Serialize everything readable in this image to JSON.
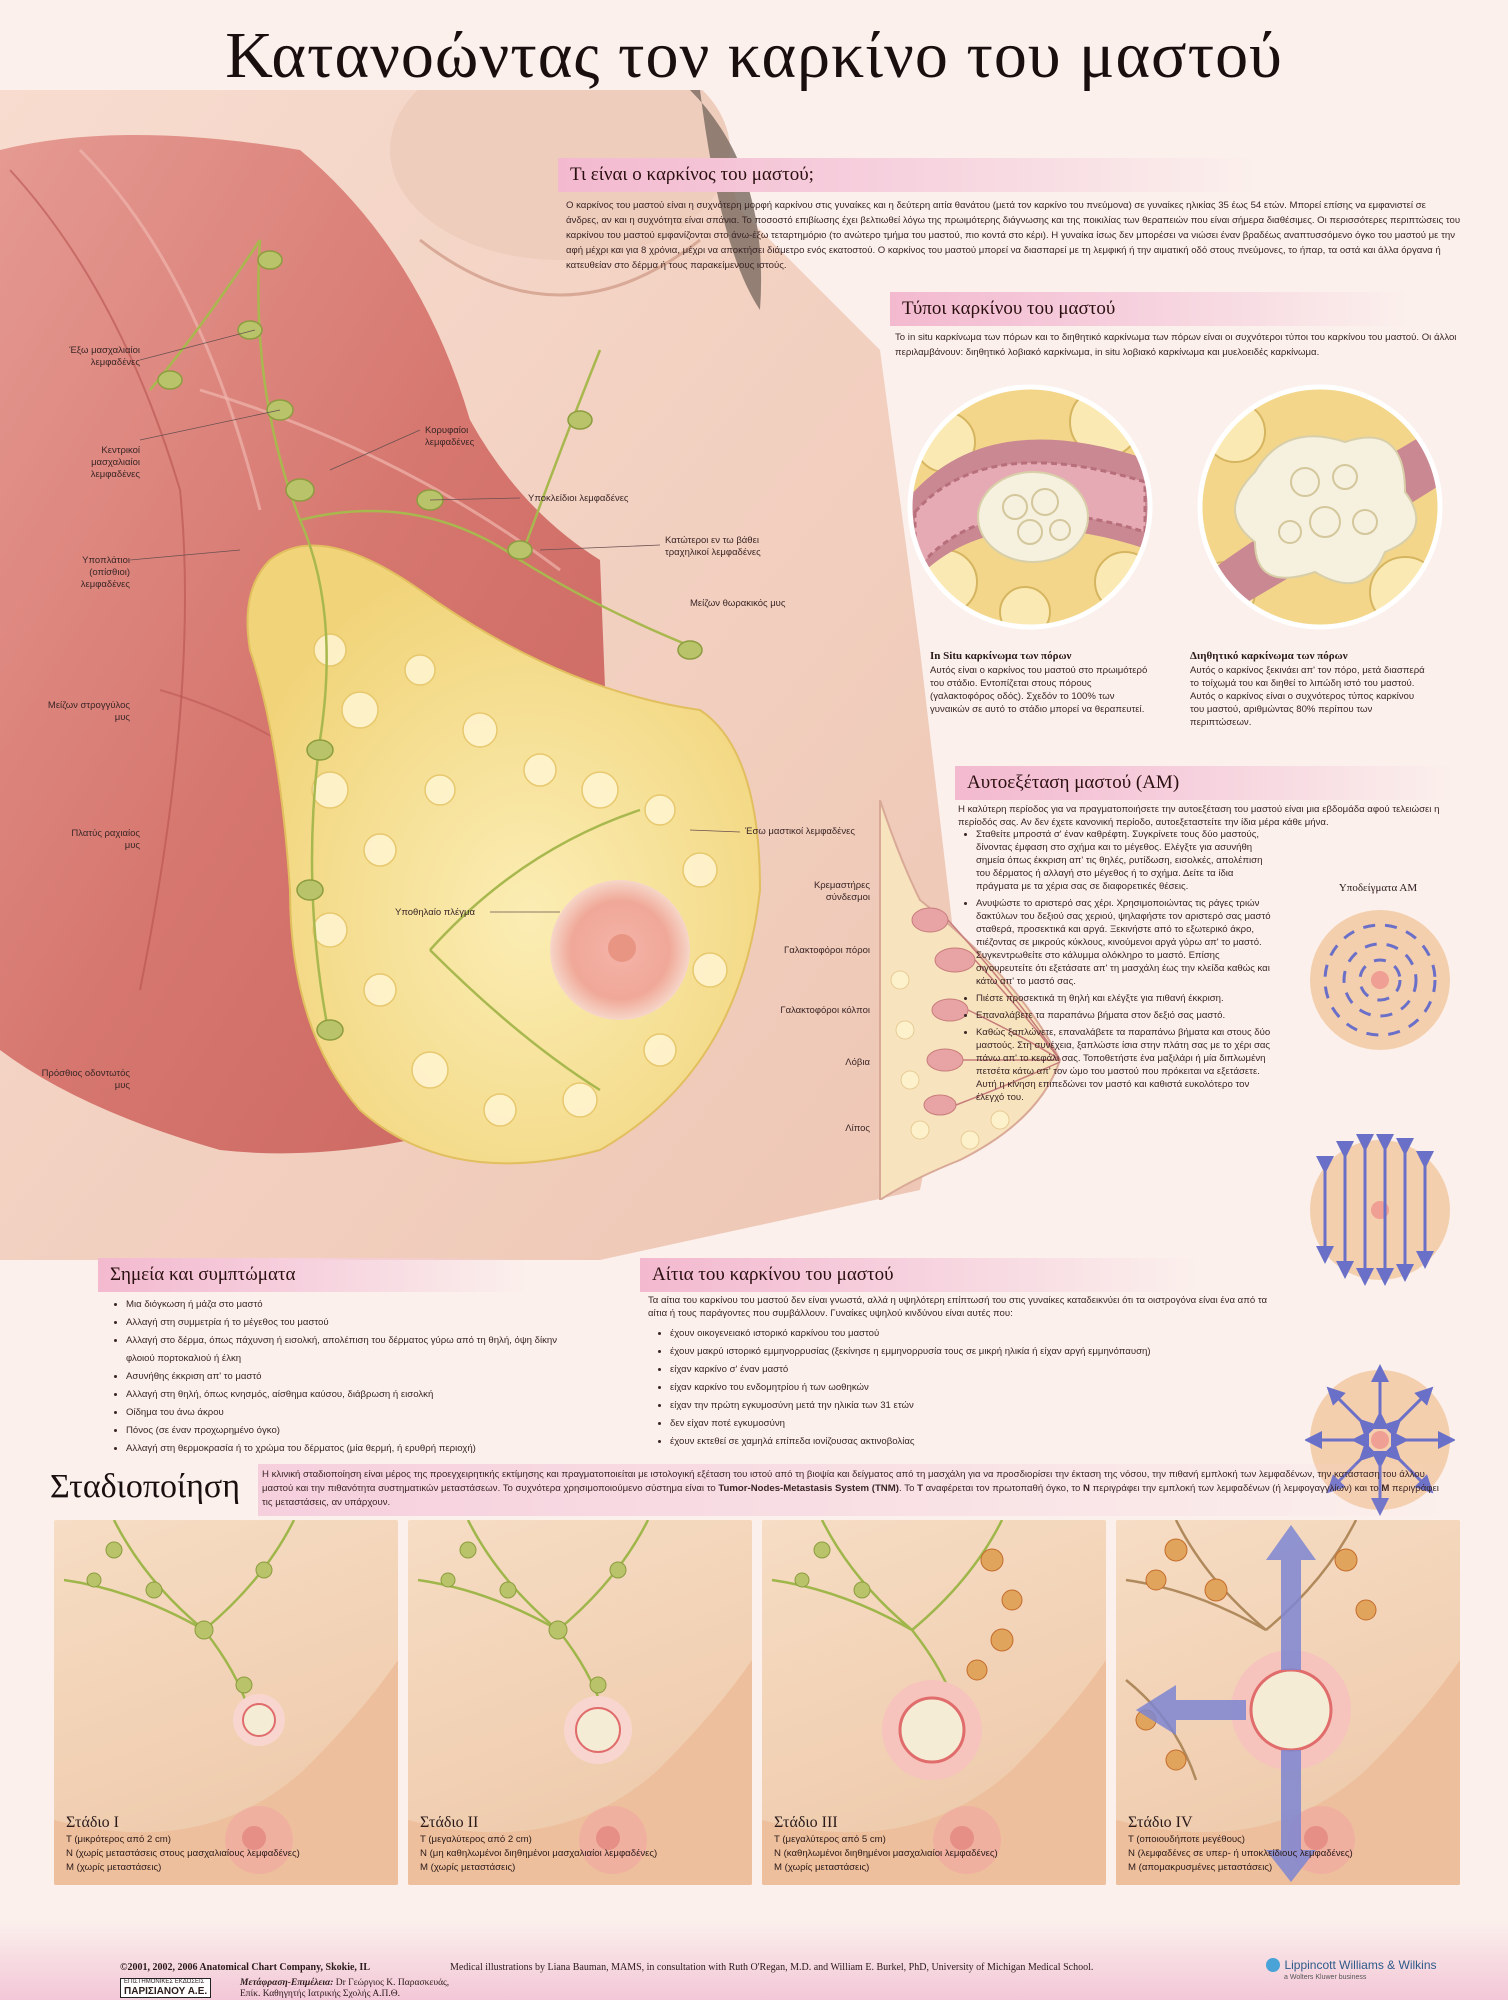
{
  "title": "Κατανοώντας τον καρκίνο του μαστού",
  "what_is": {
    "heading": "Τι είναι ο καρκίνος του μαστού;",
    "text": "Ο καρκίνος του μαστού είναι η συχνότερη μορφή καρκίνου στις γυναίκες και η δεύτερη αιτία θανάτου (μετά τον καρκίνο του πνεύμονα) σε γυναίκες ηλικίας 35 έως 54 ετών. Μπορεί επίσης να εμφανιστεί σε άνδρες, αν και η συχνότητα είναι σπάνια. Το ποσοστό επιβίωσης έχει βελτιωθεί λόγω της πρωιμότερης διάγνωσης και της ποικιλίας των θεραπειών που είναι σήμερα διαθέσιμες. Οι περισσότερες περιπτώσεις του καρκίνου του μαστού εμφανίζονται στο άνω-έξω τεταρτημόριο (το ανώτερο τμήμα του μαστού, πιο κοντά στο κέρι). Η γυναίκα ίσως δεν μπορέσει να νιώσει έναν βραδέως αναπτυσσόμενο όγκο του μαστού με την αφή μέχρι και για 8 χρόνια, μέχρι να αποκτήσει διάμετρο ενός εκατοστού. Ο καρκίνος του μαστού μπορεί να διασπαρεί με τη λεμφική ή την αιματική οδό στους πνεύμονες, το ήπαρ, τα οστά και άλλα όργανα ή κατευθείαν στο δέρμα ή τους παρακείμενους ιστούς."
  },
  "types": {
    "heading": "Τύποι καρκίνου του μαστού",
    "text": "Το in situ καρκίνωμα των πόρων και το διηθητικό καρκίνωμα των πόρων είναι οι συχνότεροι τύποι του καρκίνου του μαστού. Οι άλλοι περιλαμβάνουν: διηθητικό λοβιακό καρκίνωμα, in situ λοβιακό καρκίνωμα και μυελοειδές καρκίνωμα.",
    "insitu_title": "In Situ καρκίνωμα των πόρων",
    "insitu_text": "Αυτός είναι ο καρκίνος του μαστού στο πρωιμότερό του στάδιο. Εντοπίζεται στους πόρους (γαλακτοφόρος οδός). Σχεδόν το 100% των γυναικών σε αυτό το στάδιο μπορεί να θεραπευτεί.",
    "invasive_title": "Διηθητικό καρκίνωμα των πόρων",
    "invasive_text": "Αυτός ο καρκίνος ξεκινάει απ' τον πόρο, μετά διασπερά το τοίχωμά του και διηθεί το λιπώδη ιστό του μαστού. Αυτός ο καρκίνος είναι ο συχνότερος τύπος καρκίνου του μαστού, αριθμώντας 80% περίπου των περιπτώσεων."
  },
  "bse": {
    "heading": "Αυτοεξέταση μαστού (ΑΜ)",
    "intro": "Η καλύτερη περίοδος για να πραγματοποιήσετε την αυτοεξέταση του μαστού είναι μια εβδομάδα αφού τελειώσει η περίοδός σας. Αν δεν έχετε κανονική περίοδο, αυτοεξεταστείτε την ίδια μέρα κάθε μήνα.",
    "steps": [
      "Σταθείτε μπροστά σ' έναν καθρέφτη. Συγκρίνετε τους δύο μαστούς, δίνοντας έμφαση στο σχήμα και το μέγεθος. Ελέγξτε για ασυνήθη σημεία όπως έκκριση απ' τις θηλές, ρυτίδωση, εισολκές, απολέπιση του δέρματος ή αλλαγή στο μέγεθος ή το σχήμα. Δείτε τα ίδια πράγματα με τα χέρια σας σε διαφορετικές θέσεις.",
      "Ανυψώστε το αριστερό σας χέρι. Χρησιμοποιώντας τις ράγες τριών δακτύλων του δεξιού σας χεριού, ψηλαφήστε τον αριστερό σας μαστό σταθερά, προσεκτικά και αργά. Ξεκινήστε από το εξωτερικό άκρο, πιέζοντας σε μικρούς κύκλους, κινούμενοι αργά γύρω απ' το μαστό. Συγκεντρωθείτε στο κάλυμμα ολόκληρο το μαστό. Επίσης σιγουρευτείτε ότι εξετάσατε απ' τη μασχάλη έως την κλείδα καθώς και κάτω απ' το μαστό σας.",
      "Πιέστε προσεκτικά τη θηλή και ελέγξτε για πιθανή έκκριση.",
      "Επαναλάβετε τα παραπάνω βήματα στον δεξιό σας μαστό.",
      "Καθώς ξαπλώνετε, επαναλάβετε τα παραπάνω βήματα και στους δύο μαστούς. Στη συνέχεια, ξαπλώστε ίσια στην πλάτη σας με το χέρι σας πάνω απ' το κεφάλι σας. Τοποθετήστε ένα μαξιλάρι ή μία διπλωμένη πετσέτα κάτω απ' τον ώμο του μαστού που πρόκειται να εξετάσετε. Αυτή η κίνηση επιπεδώνει τον μαστό και καθιστά ευκολότερο τον έλεγχό του."
    ],
    "pattern_title": "Υποδείγματα ΑΜ"
  },
  "anatomy_labels": [
    "Έξω μασχαλιαίοι λεμφαδένες",
    "Κεντρικοί μασχαλιαίοι λεμφαδένες",
    "Υποπλάτιοι (οπίσθιοι) λεμφαδένες",
    "Μείζων στρογγύλος μυς",
    "Πλατύς ραχιαίος μυς",
    "Πρόσθιος οδοντωτός μυς",
    "Κορυφαίοι λεμφαδένες",
    "Υποκλείδιοι λεμφαδένες",
    "Κατώτεροι εν τω βάθει τραχηλικοί λεμφαδένες",
    "Μείζων θωρακικός μυς",
    "Έσω μαστικοί λεμφαδένες",
    "Υποθηλαίο πλέγμα",
    "Κρεμαστήρες σύνδεσμοι",
    "Γαλακτοφόροι πόροι",
    "Γαλακτοφόροι κόλποι",
    "Λόβια",
    "Λίπος"
  ],
  "signs": {
    "heading": "Σημεία και συμπτώματα",
    "items": [
      "Μια διόγκωση ή μάζα στο μαστό",
      "Αλλαγή στη συμμετρία ή το μέγεθος του μαστού",
      "Αλλαγή στο δέρμα, όπως πάχυνση ή εισολκή, απολέπιση του δέρματος γύρω από τη θηλή, όψη δίκην φλοιού πορτοκαλιού ή έλκη",
      "Ασυνήθης έκκριση απ' το μαστό",
      "Αλλαγή στη θηλή, όπως κνησμός, αίσθημα καύσου, διάβρωση ή εισολκή",
      "Οίδημα του άνω άκρου",
      "Πόνος (σε έναν προχωρημένο όγκο)",
      "Αλλαγή στη θερμοκρασία ή το χρώμα του δέρματος (μία θερμή, ή ερυθρή περιοχή)"
    ]
  },
  "causes": {
    "heading": "Αίτια του καρκίνου του μαστού",
    "intro": "Τα αίτια του καρκίνου του μαστού δεν είναι γνωστά, αλλά η υψηλότερη επίπτωσή του στις γυναίκες καταδεικνύει ότι τα οιστρογόνα είναι ένα από τα αίτια ή τους παράγοντες που συμβάλλουν. Γυναίκες υψηλού κινδύνου είναι αυτές που:",
    "items": [
      "έχουν οικογενειακό ιστορικό καρκίνου του μαστού",
      "έχουν μακρύ ιστορικό εμμηνορρυσίας (ξεκίνησε η εμμηνορρυσία τους σε μικρή ηλικία ή είχαν αργή εμμηνόπαυση)",
      "είχαν καρκίνο σ' έναν μαστό",
      "είχαν καρκίνο του ενδομητρίου ή των ωοθηκών",
      "είχαν την πρώτη εγκυμοσύνη μετά την ηλικία των 31 ετών",
      "δεν είχαν ποτέ εγκυμοσύνη",
      "έχουν εκτεθεί σε χαμηλά επίπεδα ιονίζουσας ακτινοβολίας"
    ]
  },
  "staging": {
    "heading": "Σταδιοποίηση",
    "text_a": "Η κλινική σταδιοποίηση είναι μέρος της προεγχειρητικής εκτίμησης και πραγματοποιείται με ιστολογική εξέταση του ιστού από τη βιοψία και δείγματος από τη μασχάλη για να προσδιορίσει την έκταση της νόσου, την πιθανή εμπλοκή των λεμφαδένων, την κατάσταση του άλλου μαστού και την πιθανότητα συστηματικών μεταστάσεων. Το συχνότερα χρησιμοποιούμενο σύστημα είναι το ",
    "text_tnm": "Tumor-Nodes-Metastasis System (TNM)",
    "text_b": ". Το ",
    "text_t": "T",
    "text_c": " αναφέρεται τον πρωτοπαθή όγκο, το ",
    "text_n": "N",
    "text_d": " περιγράφει την εμπλοκή των λεμφαδένων (ή λεμφογαγγλίων) και το ",
    "text_m": "M",
    "text_e": " περιγράφει τις μεταστάσεις, αν υπάρχουν.",
    "stages": [
      {
        "name": "Στάδιο I",
        "t": "T (μικρότερος από 2 cm)",
        "n": "N (χωρίς μεταστάσεις στους μασχαλιαίους λεμφαδένες)",
        "m": "M (χωρίς μεταστάσεις)"
      },
      {
        "name": "Στάδιο II",
        "t": "T (μεγαλύτερος από 2 cm)",
        "n": "N (μη καθηλωμένοι διηθημένοι μασχαλιαίοι λεμφαδένες)",
        "m": "M (χωρίς μεταστάσεις)"
      },
      {
        "name": "Στάδιο III",
        "t": "T (μεγαλύτερος από 5 cm)",
        "n": "N (καθηλωμένοι διηθημένοι μασχαλιαίοι λεμφαδένες)",
        "m": "M (χωρίς μεταστάσεις)"
      },
      {
        "name": "Στάδιο IV",
        "t": "T (οποιουδήποτε μεγέθους)",
        "n": "N (λεμφαδένες σε υπερ- ή υποκλείδιους λεμφαδένες)",
        "m": "M (απομακρυσμένες μεταστάσεις)"
      }
    ]
  },
  "footer": {
    "copyright": "©2001, 2002, 2006 Anatomical Chart Company, Skokie, IL",
    "credits": "Medical illustrations by Liana Bauman, MAMS, in consultation with Ruth O'Regan, M.D. and William E. Burkel, PhD, University of Michigan Medical School.",
    "publisher_small": "ΕΠΙΣΤΗΜΟΝΙΚΕΣ ΕΚΔΟΣΕΙΣ",
    "publisher": "ΠΑΡΙΣΙΑΝΟΥ Α.Ε.",
    "translation_label": "Μετάφραση-Επιμέλεια:",
    "translator": "Dr Γεώργιος Κ. Παρασκευάς,",
    "translator_role": "Επίκ. Καθηγητής Ιατρικής Σχολής Α.Π.Θ.",
    "brand": "Lippincott Williams & Wilkins",
    "brand_sub": "a Wolters Kluwer business"
  }
}
